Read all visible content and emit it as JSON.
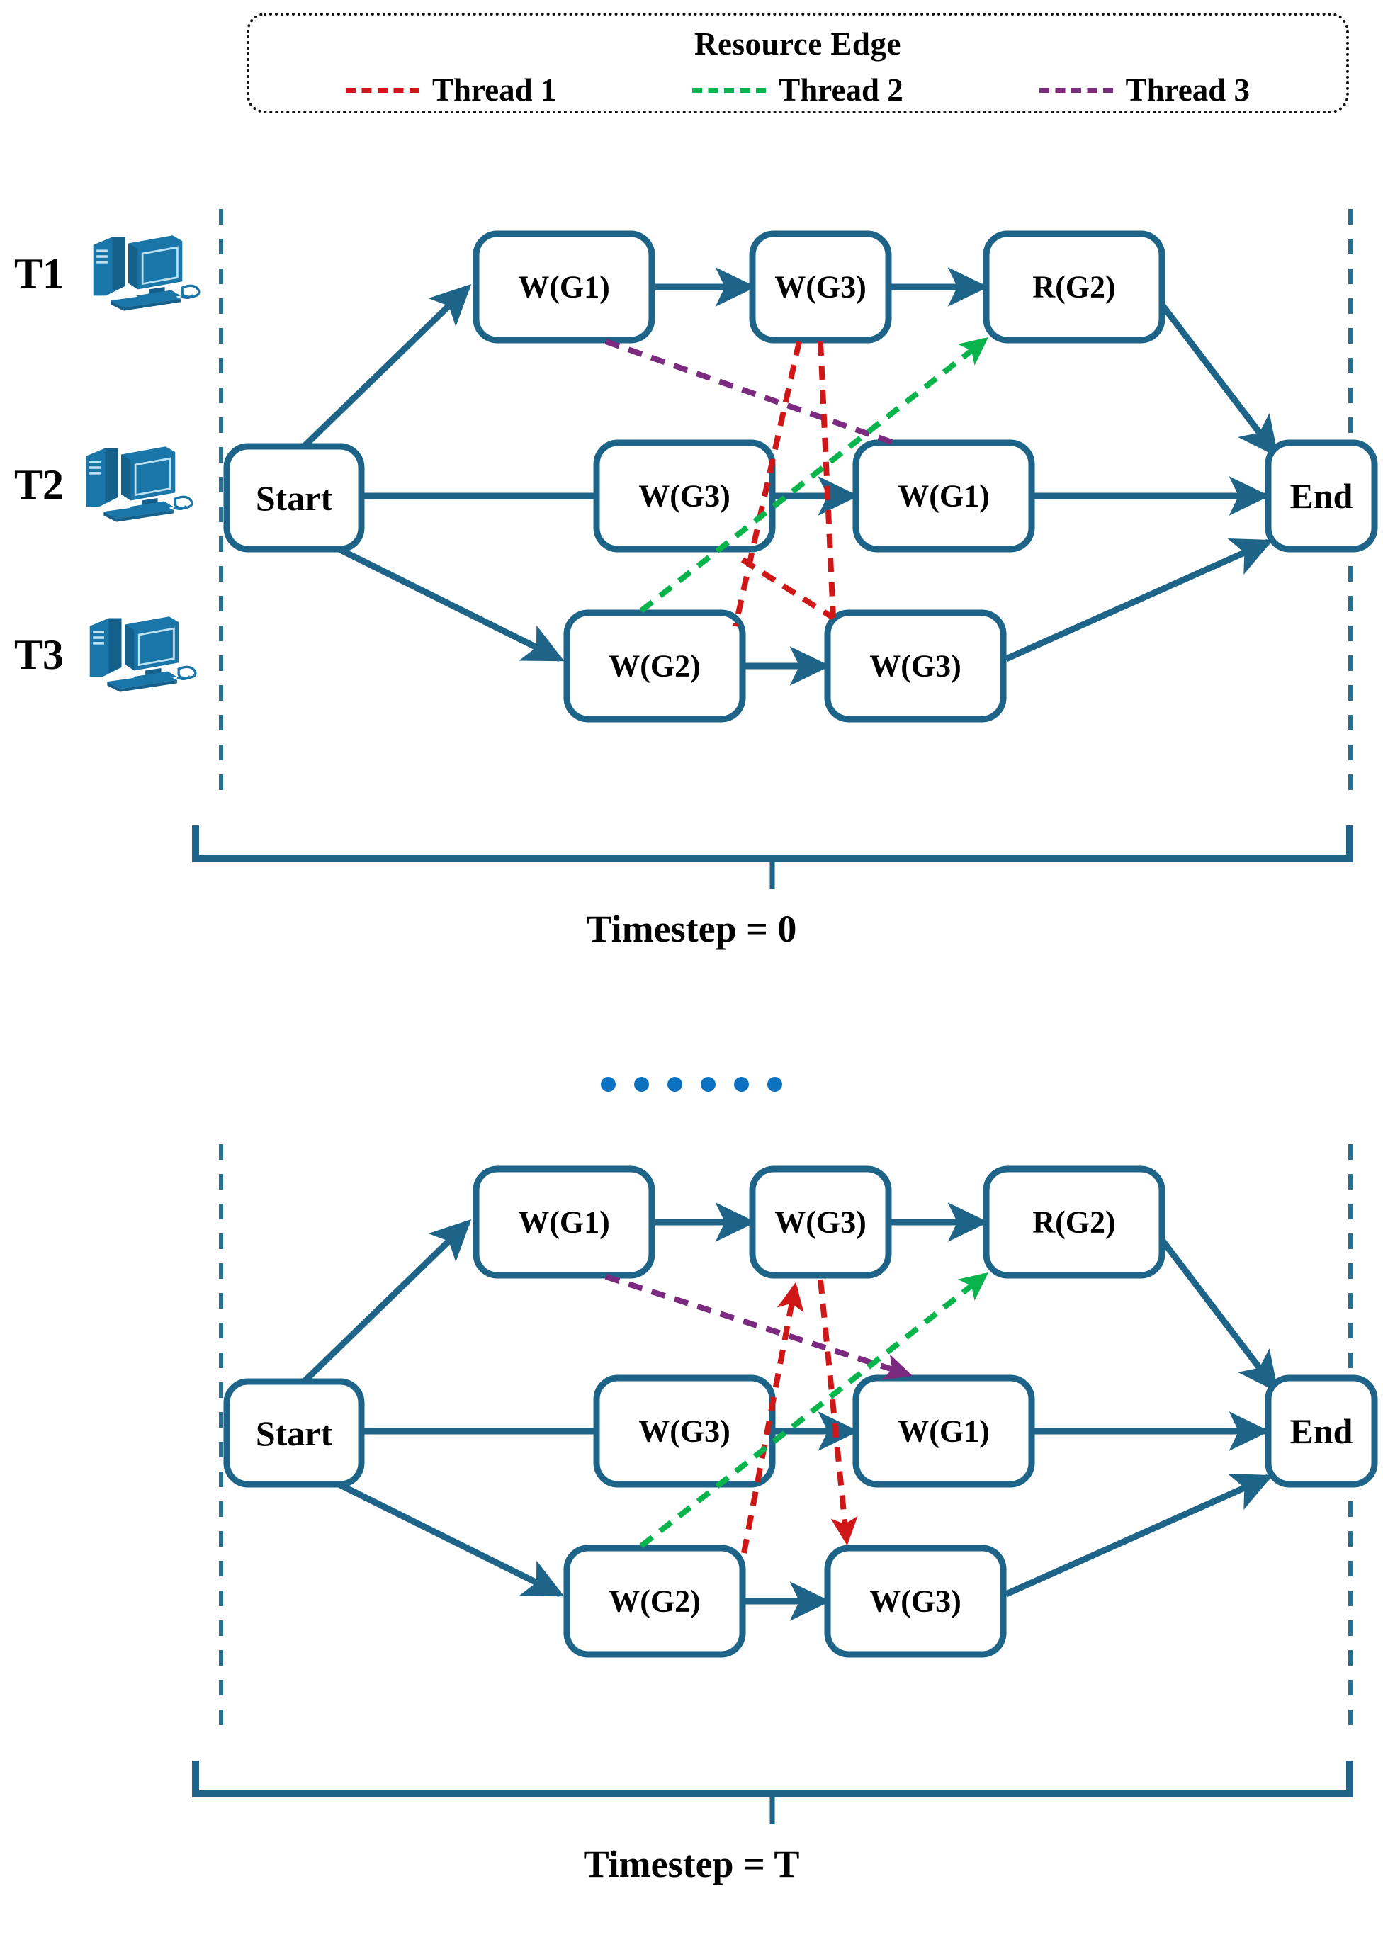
{
  "legend": {
    "title": "Resource Edge",
    "items": [
      {
        "label": "Thread 1",
        "color": "#d01717",
        "style": "dashed"
      },
      {
        "label": "Thread 2",
        "color": "#09b44c",
        "style": "dashed"
      },
      {
        "label": "Thread 3",
        "color": "#7c2a7f",
        "style": "dashed"
      }
    ]
  },
  "thread_axis": [
    {
      "id": "T1",
      "label": "T1",
      "icon": "computer-icon"
    },
    {
      "id": "T2",
      "label": "T2",
      "icon": "computer-icon"
    },
    {
      "id": "T3",
      "label": "T3",
      "icon": "computer-icon"
    }
  ],
  "colors": {
    "node_stroke": "#1d6488",
    "edge": "#1d6488",
    "guide_line": "#2b6e90",
    "thread1": "#d01717",
    "thread2": "#09b44c",
    "thread3": "#7c2a7f",
    "dots": "#0a72c0",
    "text": "#000000"
  },
  "separator_dots_count": 6,
  "panels": [
    {
      "id": "timestep-0",
      "caption": "Timestep = 0",
      "nodes": {
        "start": "Start",
        "end": "End",
        "t1": [
          "W(G1)",
          "W(G3)",
          "R(G2)"
        ],
        "t2": [
          "W(G3)",
          "W(G1)"
        ],
        "t3": [
          "W(G2)",
          "W(G3)"
        ]
      },
      "program_edges": [
        {
          "from": "start",
          "to": "t1.0"
        },
        {
          "from": "t1.0",
          "to": "t1.1"
        },
        {
          "from": "t1.1",
          "to": "t1.2"
        },
        {
          "from": "t1.2",
          "to": "end"
        },
        {
          "from": "start",
          "to": "t2.0"
        },
        {
          "from": "t2.0",
          "to": "t2.1"
        },
        {
          "from": "t2.1",
          "to": "end"
        },
        {
          "from": "start",
          "to": "t3.0"
        },
        {
          "from": "t3.0",
          "to": "t3.1"
        },
        {
          "from": "t3.1",
          "to": "end"
        }
      ],
      "resource_edges": [
        {
          "thread": "Thread 1",
          "color": "#d01717",
          "arrow": false
        },
        {
          "thread": "Thread 1",
          "color": "#d01717",
          "arrow": false
        },
        {
          "thread": "Thread 2",
          "color": "#09b44c",
          "arrow": true
        },
        {
          "thread": "Thread 3",
          "color": "#7c2a7f",
          "arrow": false
        }
      ]
    },
    {
      "id": "timestep-T",
      "caption": "Timestep = T",
      "nodes": {
        "start": "Start",
        "end": "End",
        "t1": [
          "W(G1)",
          "W(G3)",
          "R(G2)"
        ],
        "t2": [
          "W(G3)",
          "W(G1)"
        ],
        "t3": [
          "W(G2)",
          "W(G3)"
        ]
      },
      "program_edges": [
        {
          "from": "start",
          "to": "t1.0"
        },
        {
          "from": "t1.0",
          "to": "t1.1"
        },
        {
          "from": "t1.1",
          "to": "t1.2"
        },
        {
          "from": "t1.2",
          "to": "end"
        },
        {
          "from": "start",
          "to": "t2.0"
        },
        {
          "from": "t2.0",
          "to": "t2.1"
        },
        {
          "from": "t2.1",
          "to": "end"
        },
        {
          "from": "start",
          "to": "t3.0"
        },
        {
          "from": "t3.0",
          "to": "t3.1"
        },
        {
          "from": "t3.1",
          "to": "end"
        }
      ],
      "resource_edges": [
        {
          "thread": "Thread 1",
          "color": "#d01717",
          "arrow": true
        },
        {
          "thread": "Thread 1",
          "color": "#d01717",
          "arrow": true
        },
        {
          "thread": "Thread 2",
          "color": "#09b44c",
          "arrow": true
        },
        {
          "thread": "Thread 3",
          "color": "#7c2a7f",
          "arrow": true
        }
      ]
    }
  ]
}
